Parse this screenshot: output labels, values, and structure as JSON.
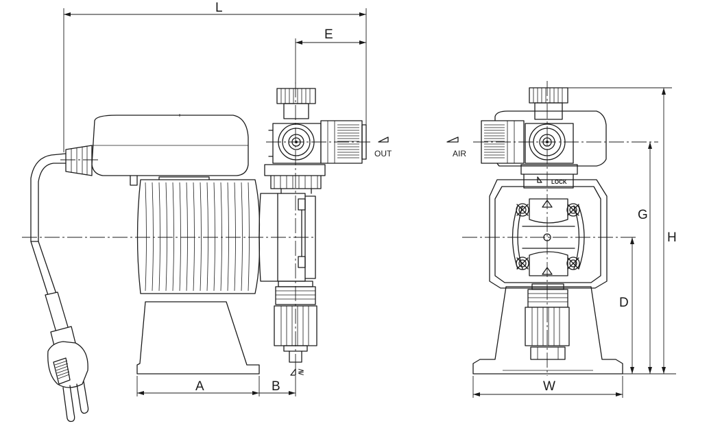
{
  "dimensions": {
    "L": "L",
    "E": "E",
    "A": "A",
    "B": "B",
    "W": "W",
    "G": "G",
    "H": "H",
    "D": "D"
  },
  "port_labels": {
    "out": "OUT",
    "air": "AIR",
    "in_symbol": "≷",
    "lock": "LOCK"
  },
  "colors": {
    "line": "#1a1a1a",
    "background": "#ffffff"
  }
}
